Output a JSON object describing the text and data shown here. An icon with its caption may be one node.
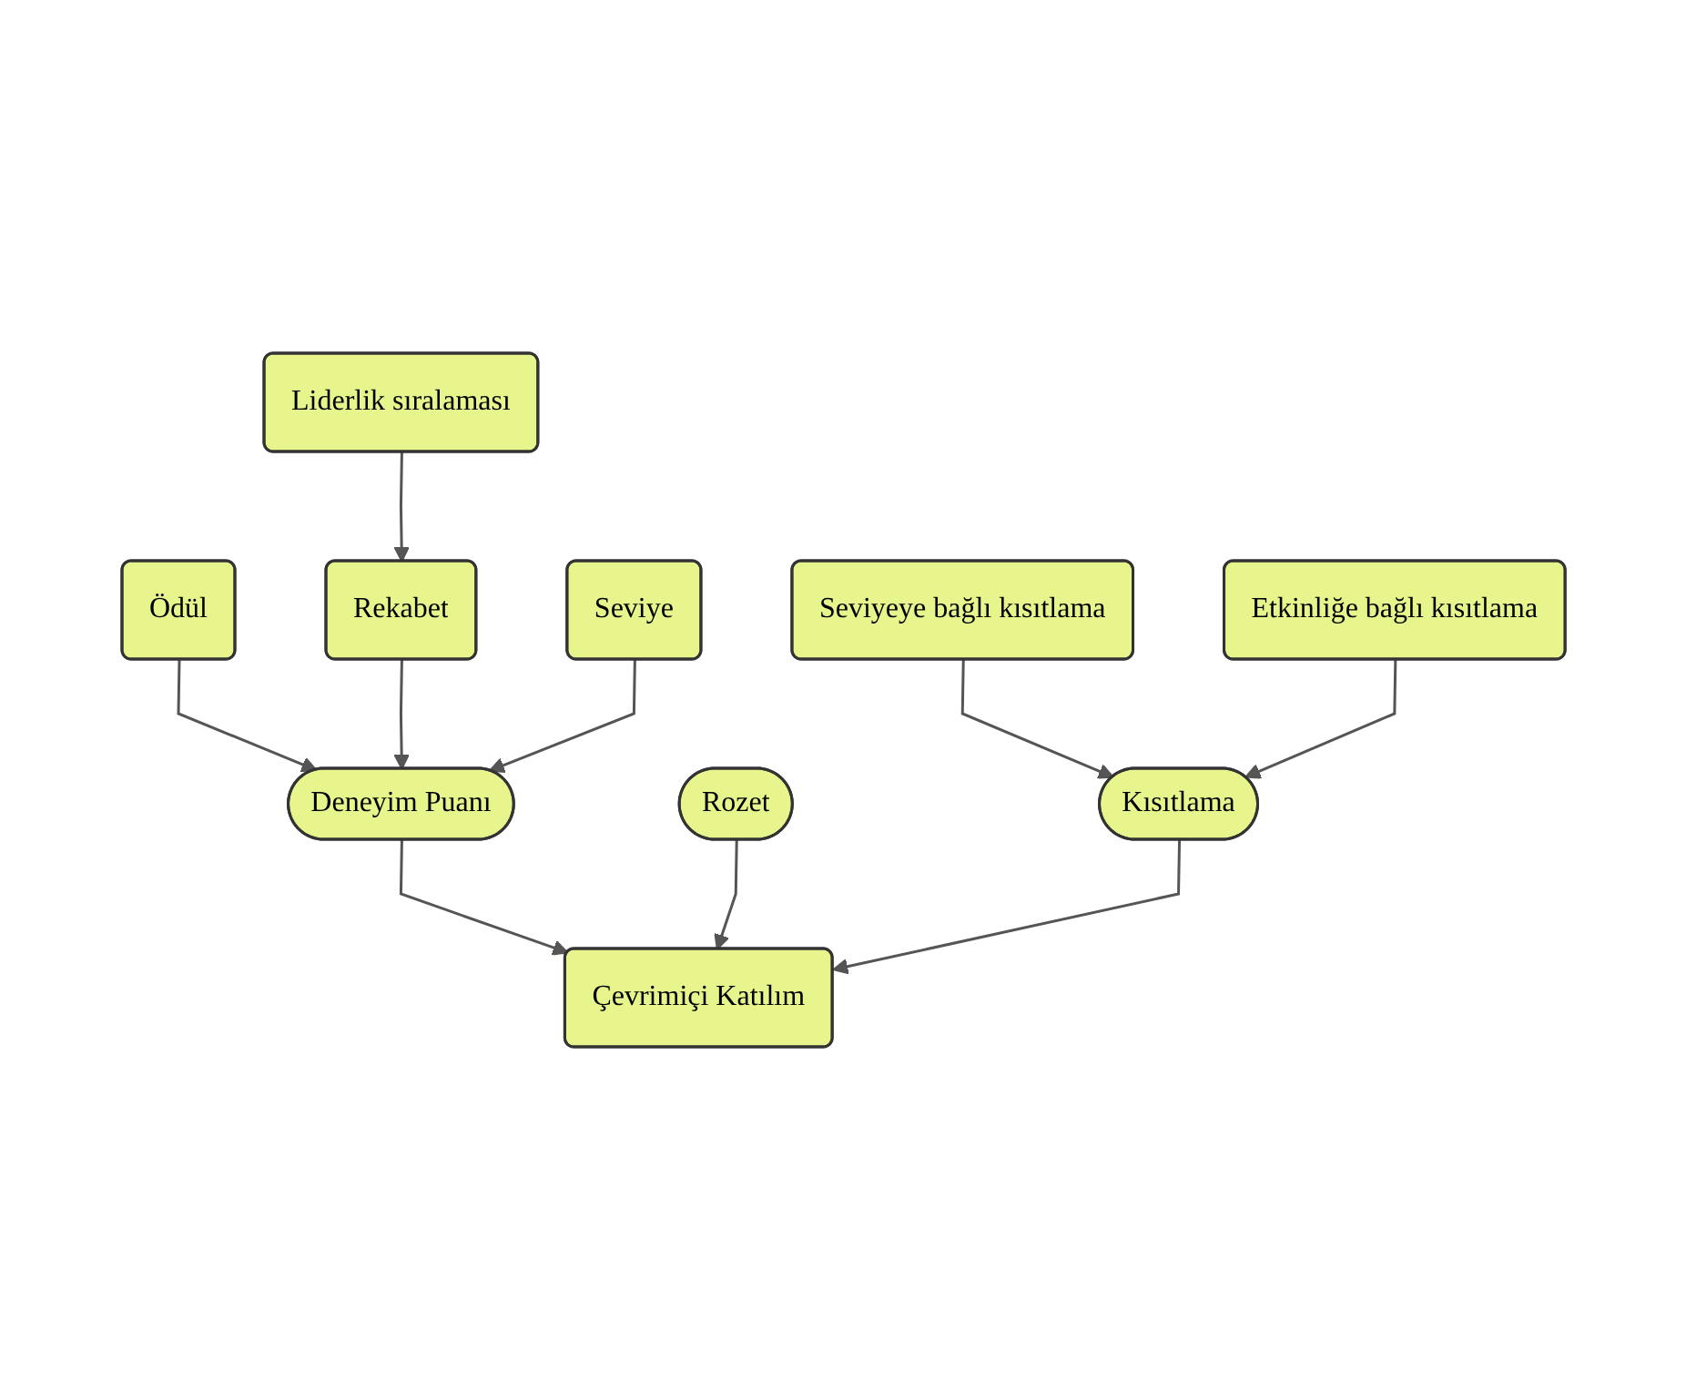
{
  "diagram": {
    "nodes": [
      {
        "text": [
          "Liderlik sıralaması"
        ]
      },
      {
        "text": [
          "Ödül"
        ]
      },
      {
        "text": [
          "Rekabet"
        ]
      },
      {
        "text": [
          "Seviye"
        ]
      },
      {
        "text": [
          "Deneyim Puanı"
        ]
      },
      {
        "text": [
          "Rozet"
        ]
      },
      {
        "text": [
          "Çevrimiçi Katılım"
        ]
      },
      {
        "text": [
          "Kısıtlama"
        ]
      },
      {
        "text": [
          "Seviyeye bağlı kısıtlama"
        ]
      },
      {
        "text": [
          "Etkinliğe bağlı kısıtlama"
        ]
      }
    ],
    "edges": [
      {
        "from": 0,
        "to": 2,
        "arrow": "to"
      },
      {
        "from": 1,
        "to": 4,
        "arrow": "to"
      },
      {
        "from": 2,
        "to": 4,
        "arrow": "to"
      },
      {
        "from": 3,
        "to": 4,
        "arrow": "to"
      },
      {
        "from": 4,
        "to": 6,
        "arrow": "to"
      },
      {
        "from": 5,
        "to": 6,
        "arrow": "to"
      },
      {
        "from": 7,
        "to": 6,
        "arrow": "to"
      },
      {
        "from": 8,
        "to": 7,
        "arrow": "to"
      },
      {
        "from": 9,
        "to": 7,
        "arrow": "to"
      }
    ]
  }
}
